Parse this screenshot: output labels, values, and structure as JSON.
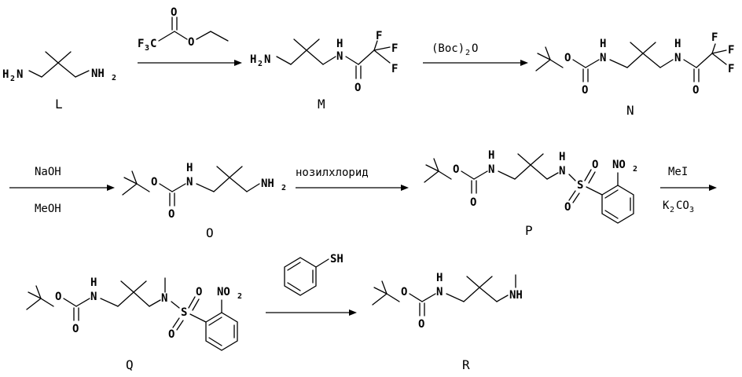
{
  "compounds": {
    "L": "L",
    "M": "M",
    "N": "N",
    "O": "O",
    "P": "P",
    "Q": "Q",
    "R": "R"
  },
  "reagents": {
    "step1_reagent_f3c": "F",
    "step1_reagent_f3c_sub": "3",
    "step1_reagent_c": "C",
    "boc2o": "(Boc)",
    "boc2o_sub": "2",
    "boc2o_end": "O",
    "naoh": "NaOH",
    "meoh": "MeOH",
    "nosyl_chloride": "нозилхлорид",
    "mei": "MeI",
    "k2co3_k": "K",
    "k2co3_sub1": "2",
    "k2co3_co": "CO",
    "k2co3_sub2": "3"
  },
  "atoms": {
    "N": "N",
    "H": "H",
    "O": "O",
    "F": "F",
    "S": "S",
    "NH": "NH",
    "NH2_base": "NH",
    "H2N_base": "H",
    "H2N_n": "N",
    "two": "2",
    "NO2_base": "NO",
    "SH": "SH"
  }
}
